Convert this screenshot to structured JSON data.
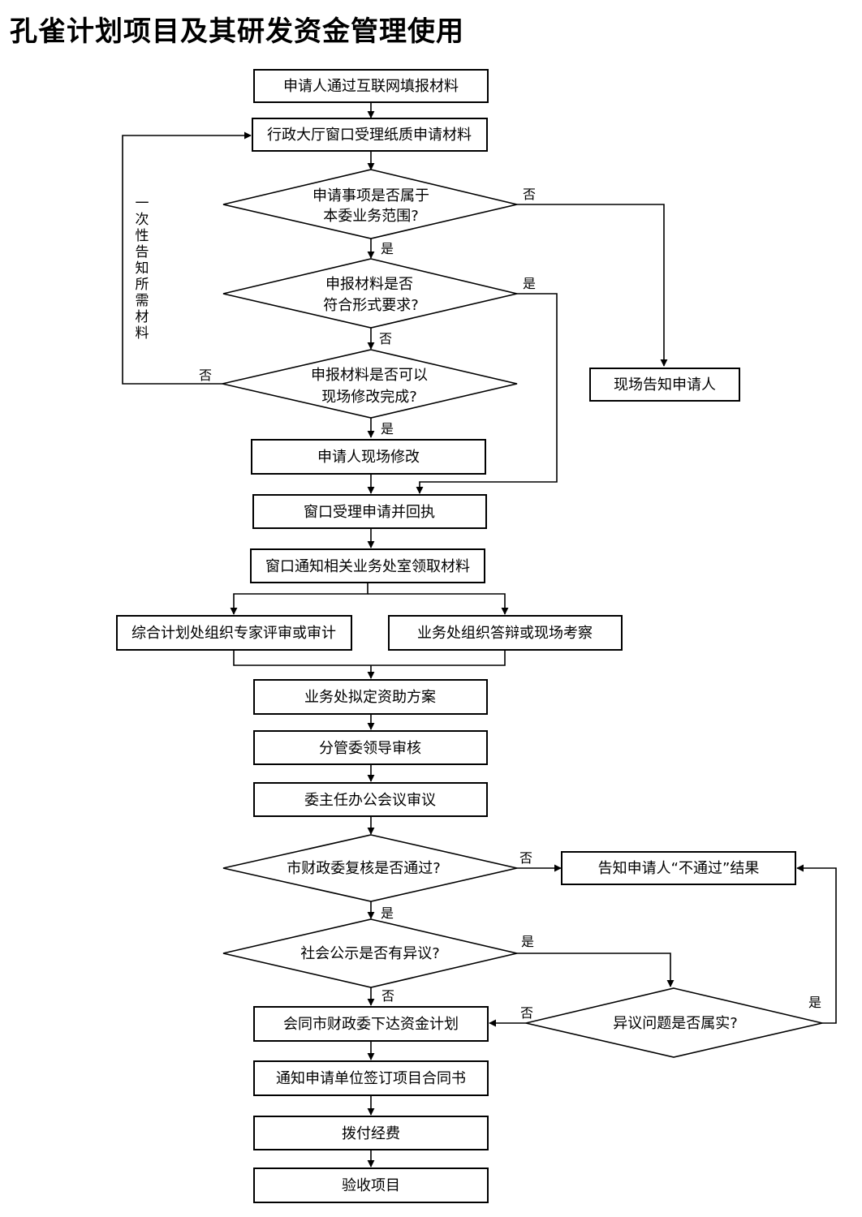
{
  "title": "孔雀计划项目及其研发资金管理使用",
  "nodes": {
    "n1": "申请人通过互联网填报材料",
    "n2": "行政大厅窗口受理纸质申请材料",
    "d1_line1": "申请事项是否属于",
    "d1_line2": "本委业务范围?",
    "d2_line1": "申报材料是否",
    "d2_line2": "符合形式要求?",
    "d3_line1": "申报材料是否可以",
    "d3_line2": "现场修改完成?",
    "n_notify": "现场告知申请人",
    "n3": "申请人现场修改",
    "n4": "窗口受理申请并回执",
    "n5": "窗口通知相关业务处室领取材料",
    "n6a": "综合计划处组织专家评审或审计",
    "n6b": "业务处组织答辩或现场考察",
    "n7": "业务处拟定资助方案",
    "n8": "分管委领导审核",
    "n9": "委主任办公会议审议",
    "d4": "市财政委复核是否通过?",
    "n_fail": "告知申请人“不通过”结果",
    "d5": "社会公示是否有异议?",
    "d6": "异议问题是否属实?",
    "n10": "会同市财政委下达资金计划",
    "n11": "通知申请单位签订项目合同书",
    "n12": "拨付经费",
    "n13": "验收项目"
  },
  "side_note": [
    "一",
    "次",
    "性",
    "告",
    "知",
    "所",
    "需",
    "材",
    "料"
  ],
  "edge_labels": {
    "yes": "是",
    "no": "否"
  }
}
